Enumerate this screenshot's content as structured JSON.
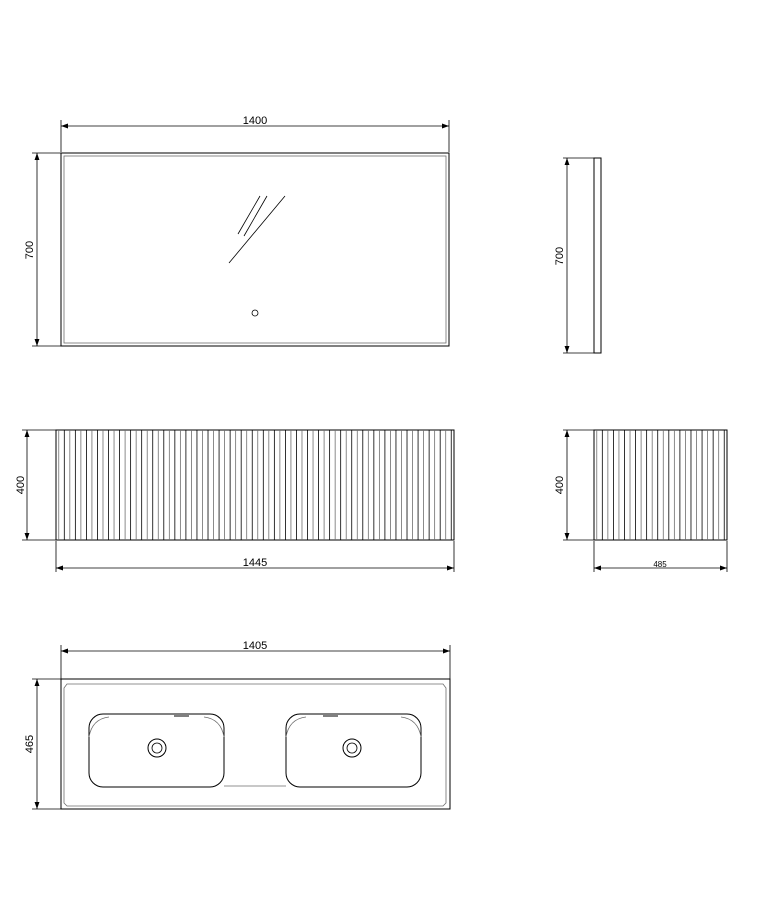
{
  "mirror_front": {
    "width_label": "1400",
    "height_label": "700"
  },
  "mirror_side": {
    "height_label": "700"
  },
  "cabinet_front": {
    "width_label": "1445",
    "height_label": "400",
    "flute_count": 36
  },
  "cabinet_side": {
    "depth_label": "485",
    "height_label": "400",
    "flute_count": 12
  },
  "basin_top": {
    "width_label": "1405",
    "depth_label": "465"
  }
}
